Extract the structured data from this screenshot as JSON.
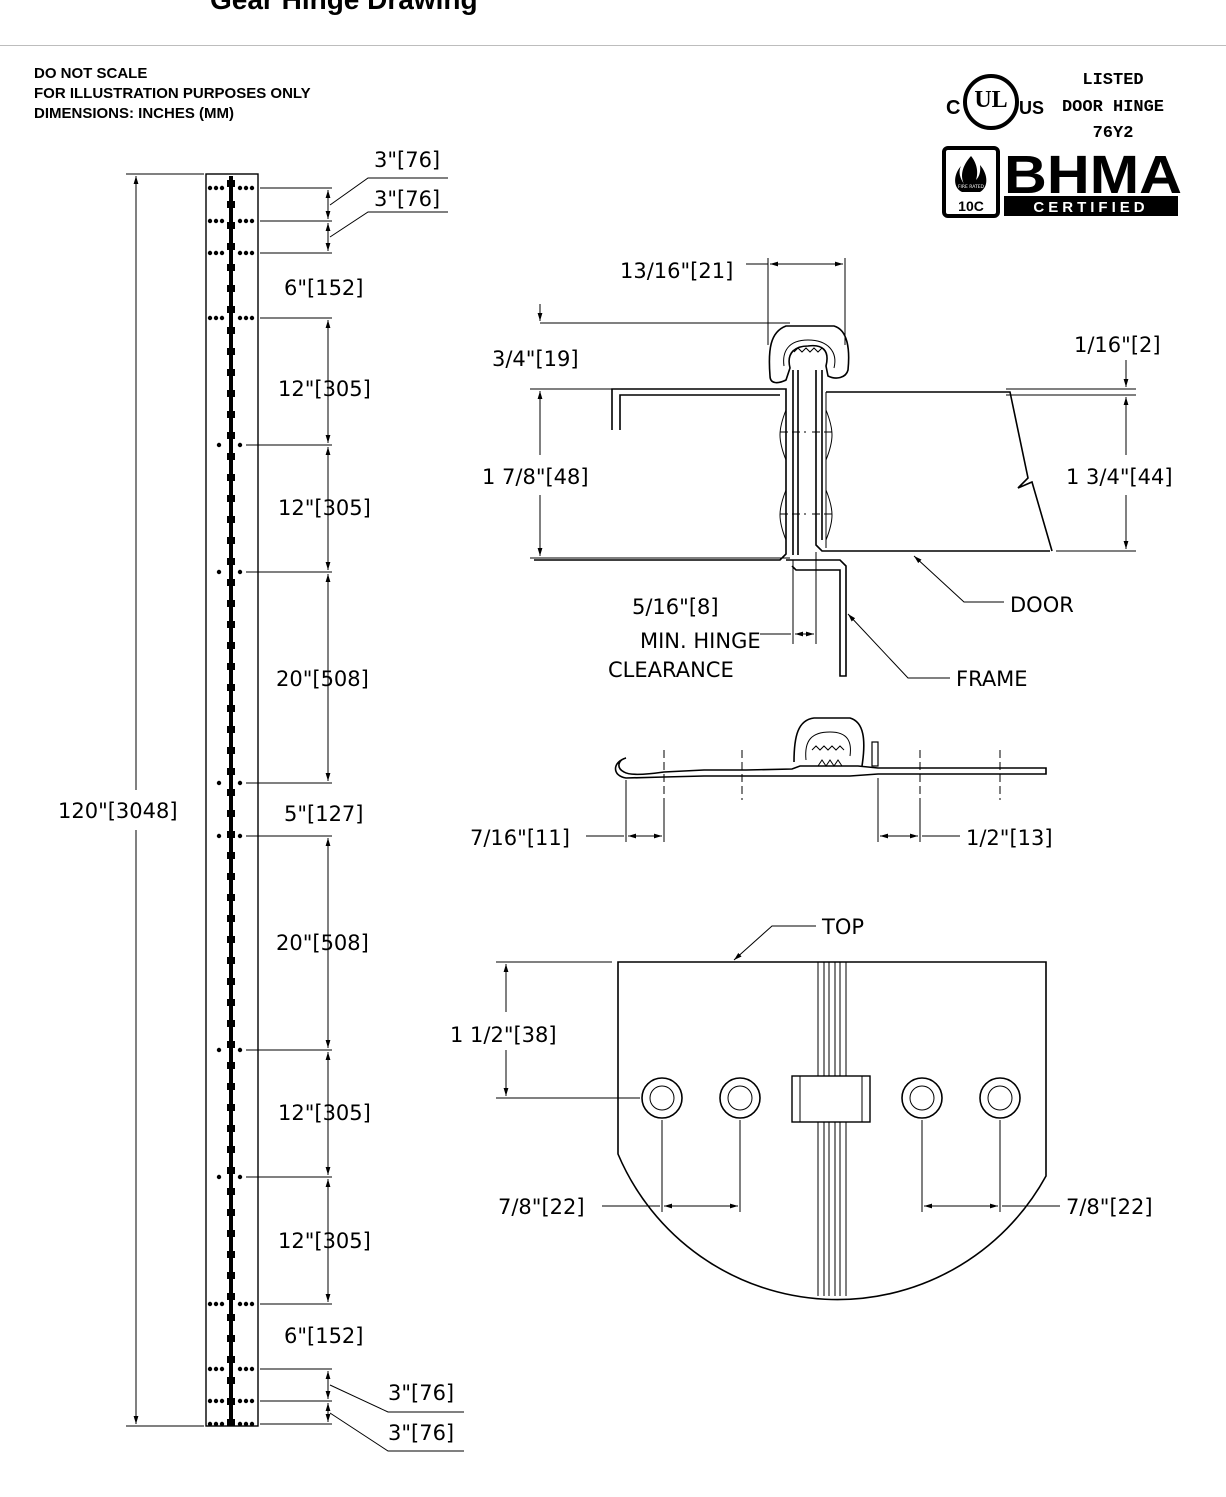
{
  "page": {
    "header_fragment": "Gear Hinge Drawing"
  },
  "notes": [
    "DO NOT SCALE",
    "FOR ILLUSTRATION PURPOSES ONLY",
    "DIMENSIONS: INCHES (MM)"
  ],
  "ul_mark": {
    "c": "C",
    "ul": "UL",
    "us": "US",
    "listed_lines": [
      "LISTED",
      "DOOR HINGE",
      "76Y2"
    ]
  },
  "bhma_mark": {
    "wordmark": "BHMA",
    "certified": "CERTIFIED",
    "fire_rated": "FIRE RATED",
    "grade": "10C"
  },
  "elevation": {
    "overall": "120\"[3048]",
    "spacings": [
      "3\"[76]",
      "3\"[76]",
      "6\"[152]",
      "12\"[305]",
      "12\"[305]",
      "20\"[508]",
      "5\"[127]",
      "20\"[508]",
      "12\"[305]",
      "12\"[305]",
      "6\"[152]",
      "3\"[76]",
      "3\"[76]"
    ]
  },
  "section": {
    "width": "13/16\"[21]",
    "projection": "3/4\"[19]",
    "offset": "1/16\"[2]",
    "frame_depth": "1 7/8\"[48]",
    "door_thickness": "1 3/4\"[44]",
    "clearance": "5/16\"[8]",
    "clearance_lines": [
      "MIN. HINGE",
      "CLEARANCE"
    ],
    "door": "DOOR",
    "frame": "FRAME"
  },
  "flat": {
    "left_edge": "7/16\"[11]",
    "right_edge": "1/2\"[13]"
  },
  "end_view": {
    "top": "TOP",
    "from_top": "1 1/2\"[38]",
    "left_spacing": "7/8\"[22]",
    "right_spacing": "7/8\"[22]"
  }
}
